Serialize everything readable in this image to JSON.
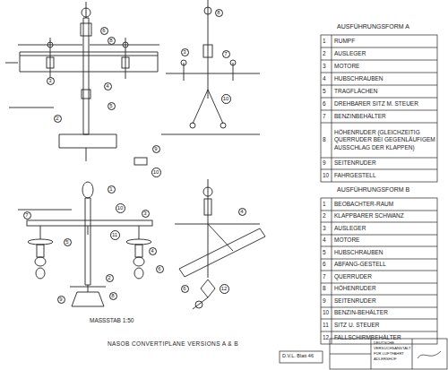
{
  "diagram": {
    "caption": "NASOB CONVERTIPLANE VERSIONS A & B",
    "labels": [
      "AUSFÜHRUNGSFORM A",
      "1",
      "RUMPF",
      "2",
      "AUSLEGER",
      "3",
      "MOTORE",
      "4",
      "HUBSCHRAUBEN",
      "5",
      "TRAGFLÄCHEN",
      "6",
      "DREHBARER SITZ M. STEUER",
      "7",
      "BENZINBEHÄLTER",
      "8",
      "HÖHENRUDER (GLEICHZEITIG QUERRUDER BEI GEGENLÄUFIGEM AUSSCHLAG DER KLAPPEN)",
      "9",
      "SEITENRUDER",
      "10",
      "FAHRGESTELL",
      "AUSFÜHRUNGSFORM B",
      "1",
      "BEOBACHTER-RAUM",
      "2",
      "KLAPPBARER SCHWANZ",
      "3",
      "AUSLEGER",
      "4",
      "MOTORE",
      "5",
      "HUBSCHRAUBEN",
      "6",
      "ABFANG-GESTELL",
      "7",
      "QUERRUDER",
      "8",
      "HÖHENRUDER",
      "9",
      "SEITENRUDER",
      "10",
      "BENZIN-BEHÄLTER",
      "11",
      "SITZ U. STEUER",
      "12",
      "FALLSCHIRMBEHÄLTER",
      "MASSSTAB 1:50",
      "D.V.L. Blatt 46",
      "DEUTSCHE",
      "VERSUCHSANSTALT",
      "FÜR LUFTFAHRT",
      "ADLERSHOF",
      "6",
      "8",
      "3",
      "4",
      "2",
      "5",
      "9",
      "10",
      "8",
      "3",
      "7",
      "10",
      "1",
      "10",
      "11",
      "7",
      "3",
      "4",
      "5",
      "6",
      "2",
      "8",
      "9",
      "12",
      "4",
      "6"
    ]
  }
}
